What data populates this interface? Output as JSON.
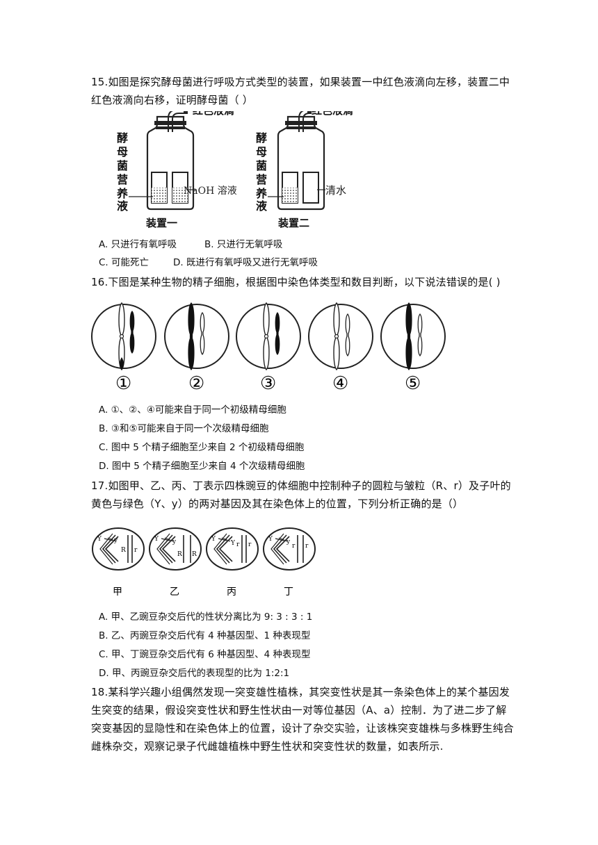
{
  "q15": {
    "stem_line1": "15.如图是探究酵母菌进行呼吸方式类型的装置，如果装置一中红色液滴向左移，装置二中",
    "stem_line2": "红色液滴向右移，证明酵母菌（    ）",
    "figure": {
      "red_drop": "红色液滴",
      "culture_chars": [
        "酵",
        "母",
        "菌",
        "营",
        "养",
        "液"
      ],
      "naoh": "NaOH 溶液",
      "water": "清水",
      "device1": "装置一",
      "device2": "装置二"
    },
    "options": {
      "A": "A. 只进行有氧呼吸",
      "B": "B. 只进行无氧呼吸",
      "C": "C. 可能死亡",
      "D": "D. 既进行有氧呼吸又进行无氧呼吸"
    }
  },
  "q16": {
    "stem": "16.下图是某种生物的精子细胞，根据图中染色体类型和数目判断，以下说法错误的是(          )",
    "cell_labels": [
      "①",
      "②",
      "③",
      "④",
      "⑤"
    ],
    "options": {
      "A": "A. ①、②、④可能来自于同一个初级精母细胞",
      "B": "B. ③和⑤可能来自于同一个次级精母细胞",
      "C": "C. 图中 5 个精子细胞至少来自 2 个初级精母细胞",
      "D": "D. 图中 5 个精子细胞至少来自 4 个次级精母细胞"
    }
  },
  "q17": {
    "stem_line1": "17.如图甲、乙、丙、丁表示四株豌豆的体细胞中控制种子的圆粒与皱粒（R、r）及子叶的",
    "stem_line2": "黄色与绿色（Y、y）的两对基因及其在染色体上的位置，下列分析正确的是（）",
    "cell_labels": [
      "甲",
      "乙",
      "丙",
      "丁"
    ],
    "options": {
      "A": "A. 甲、乙豌豆杂交后代的性状分离比为 9: 3 : 3 : 1",
      "B": "B. 乙、丙豌豆杂交后代有 4 种基因型、1 种表现型",
      "C": "C. 甲、丁豌豆杂交后代有 6 种基因型、4 种表现型",
      "D": "D. 甲、丙豌豆杂交后代的表现型的比为 1:2:1"
    }
  },
  "q18": {
    "line1": "18.某科学兴趣小组偶然发现一突变雄性植株，其突变性状是其一条染色体上的某个基因发",
    "line2": "生突变的结果，假设突变性状和野生性状由一对等位基因（A、a）控制．为了进二步了解",
    "line3": "突变基因的显隐性和在染色体上的位置，设计了杂交实验，让该株突变雄株与多株野生纯合",
    "line4": "雌株杂交，观察记录子代雌雄植株中野生性状和突变性状的数量，如表所示."
  }
}
